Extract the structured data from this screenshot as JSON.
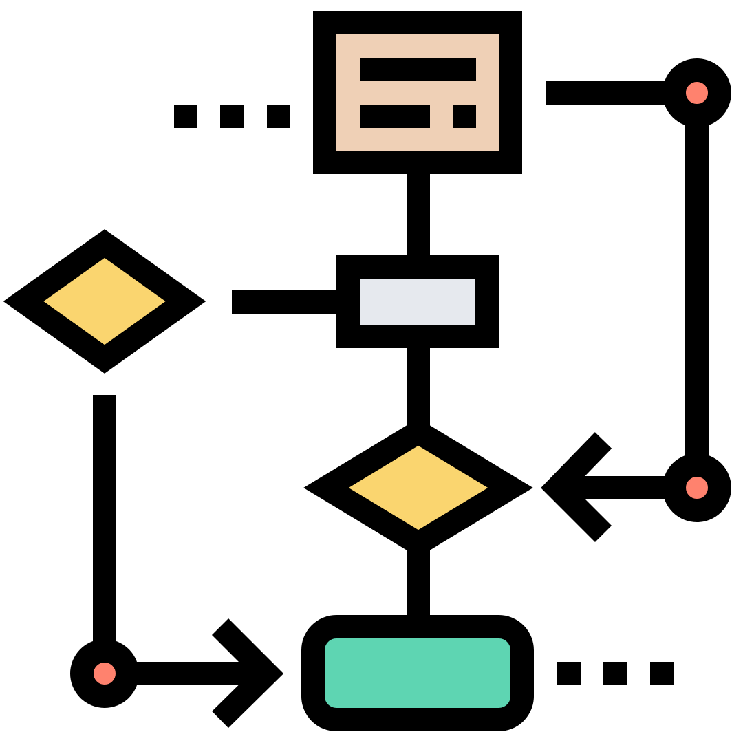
{
  "diagram": {
    "type": "flowchart-icon",
    "colors": {
      "stroke": "#000000",
      "document_fill": "#EFD0B6",
      "process_fill": "#E6E9EE",
      "decision_fill": "#FAD56F",
      "terminal_fill": "#5ED5B2",
      "connector_fill": "#FF826E",
      "background": "#FFFFFF"
    },
    "nodes": [
      {
        "id": "document-box",
        "shape": "rectangle-with-text-lines"
      },
      {
        "id": "process-box",
        "shape": "rectangle"
      },
      {
        "id": "center-decision",
        "shape": "diamond"
      },
      {
        "id": "left-decision",
        "shape": "diamond"
      },
      {
        "id": "terminal-box",
        "shape": "rounded-rectangle"
      },
      {
        "id": "connector-top-right",
        "shape": "circle"
      },
      {
        "id": "connector-mid-right",
        "shape": "circle"
      },
      {
        "id": "connector-bottom-left",
        "shape": "circle"
      }
    ],
    "edges": [
      {
        "from": "document-box",
        "to": "process-box"
      },
      {
        "from": "process-box",
        "to": "center-decision"
      },
      {
        "from": "center-decision",
        "to": "terminal-box"
      },
      {
        "from": "document-box",
        "to": "connector-top-right"
      },
      {
        "from": "connector-top-right",
        "to": "connector-mid-right"
      },
      {
        "from": "connector-mid-right",
        "to": "center-decision",
        "arrow": "left"
      },
      {
        "from": "left-decision",
        "to": "connector-bottom-left"
      },
      {
        "from": "connector-bottom-left",
        "to": "terminal-box",
        "arrow": "right"
      },
      {
        "from": "left-decision",
        "to": "process-box"
      }
    ]
  }
}
